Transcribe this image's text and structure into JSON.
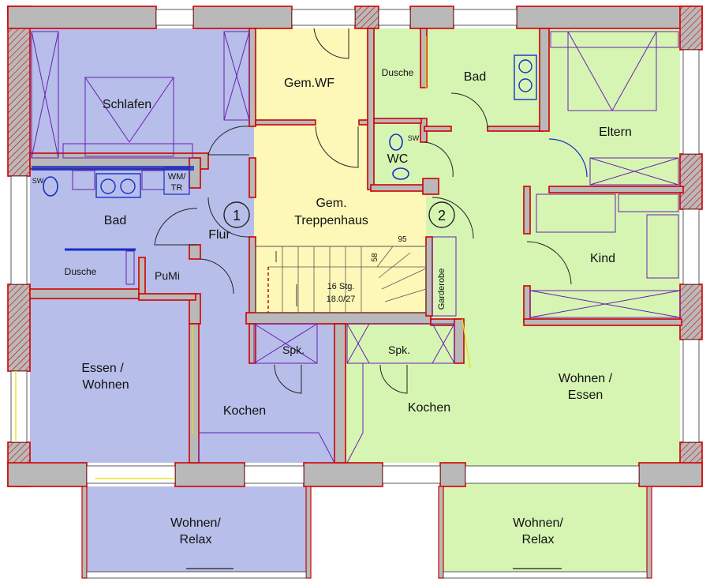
{
  "rooms": {
    "schlafen": "Schlafen",
    "bad_left": "Bad",
    "dusche_left": "Dusche",
    "pumi": "PuMi",
    "wmtr_wm": "WM/",
    "wmtr_tr": "TR",
    "flur": "Flur",
    "essen_1": "Essen /",
    "essen_2": "Wohnen",
    "kochen_left": "Kochen",
    "relax_left_1": "Wohnen/",
    "relax_left_2": "Relax",
    "gemwf": "Gem.WF",
    "treppe_1": "Gem.",
    "treppe_2": "Treppenhaus",
    "stufen_1": "16 Stg.",
    "stufen_2": "18.0/27",
    "dim_95": "95",
    "dim_58": "58",
    "spk_left": "Spk.",
    "spk_right": "Spk.",
    "garderobe": "Garderobe",
    "dusche_right": "Dusche",
    "bad_right": "Bad",
    "wc": "WC",
    "sw_left": "SW",
    "sw_right": "SW",
    "eltern": "Eltern",
    "kind": "Kind",
    "kochen_right": "Kochen",
    "wohnen_essen_1": "Wohnen /",
    "wohnen_essen_2": "Essen",
    "relax_right_1": "Wohnen/",
    "relax_right_2": "Relax",
    "unit_1": "1",
    "unit_2": "2"
  },
  "colors": {
    "unit1_fill": "#b7bee9",
    "unit2_fill": "#d6f5b3",
    "common_fill": "#fdf8b8",
    "wall_fill": "#b9b9b9",
    "wall_edge": "#d00000",
    "furniture": "#6a1fb4",
    "sanitary": "#1530c8"
  }
}
